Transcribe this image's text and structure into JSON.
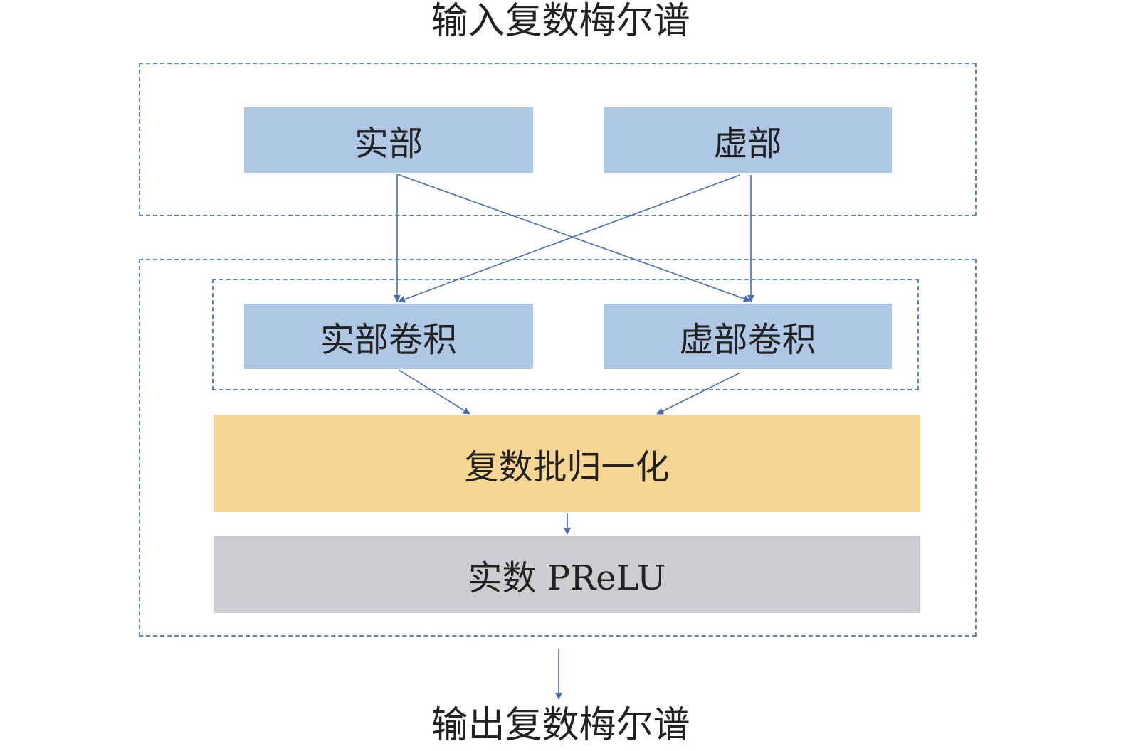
{
  "input_title": "输入复数梅尔谱",
  "output_title": "输出复数梅尔谱",
  "input_group": {
    "real_label": "实部",
    "imag_label": "虚部"
  },
  "conv_group": {
    "real_conv_label": "实部卷积",
    "imag_conv_label": "虚部卷积"
  },
  "batchnorm_label": "复数批归一化",
  "prelu_label": "实数 PReLU",
  "colors": {
    "frame": "#5b87b8",
    "arrow": "#4a6fb5",
    "blue_box": "#aec7e4",
    "orange_box": "#f7d592",
    "gray_box": "#cbcdd0"
  }
}
